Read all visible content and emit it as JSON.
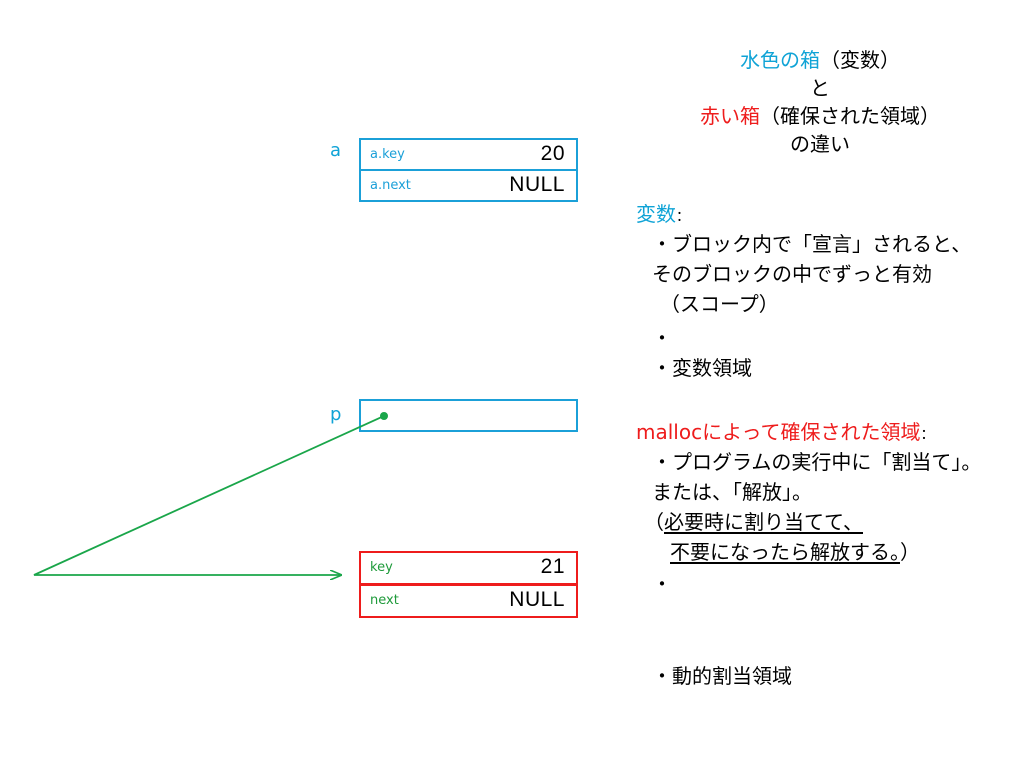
{
  "diagram": {
    "struct_a": {
      "name": "a",
      "fields": [
        {
          "name": "a.key",
          "value": "20"
        },
        {
          "name": "a.next",
          "value": "NULL"
        }
      ]
    },
    "pointer_p": {
      "name": "p"
    },
    "heap_block": {
      "fields": [
        {
          "name": "key",
          "value": "21"
        },
        {
          "name": "next",
          "value": "NULL"
        }
      ]
    }
  },
  "explanation": {
    "header": {
      "line1_blue": "水色の箱",
      "line1_rest": "（変数）",
      "line2": "と",
      "line3_red": "赤い箱",
      "line3_rest": "（確保された領域）",
      "line4": "の違い"
    },
    "variable": {
      "title": "変数",
      "colon": "：",
      "line1": "・ブロック内で「宣言」されると、",
      "line2": "そのブロックの中でずっと有効",
      "line3": "（スコープ）",
      "line4": "・",
      "line5": "・変数領域"
    },
    "malloc": {
      "title": "mallocによって確保された領域",
      "colon": "：",
      "line1": "・プログラムの実行中に「割当て」。",
      "line2": "または、「解放」。",
      "line3_open": "（",
      "line3_underlined": "必要時に割り当てて、",
      "line4_underlined": "不要になったら解放する。",
      "line4_close": "）",
      "line5": "・",
      "line6": "・動的割当領域"
    }
  },
  "colors": {
    "variable_box": "#1ba0d8",
    "allocated_box": "#ee1c1c",
    "pointer_arrow": "#1aa64a"
  }
}
